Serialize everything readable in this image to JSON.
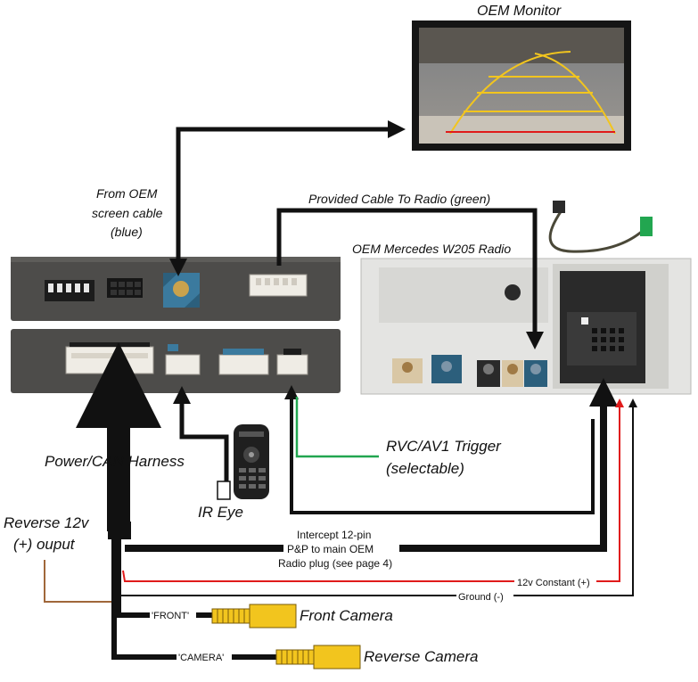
{
  "labels": {
    "oem_monitor": "OEM Monitor",
    "from_oem_line1": "From OEM",
    "from_oem_line2": "screen cable",
    "from_oem_line3": "(blue)",
    "provided_cable": "Provided Cable To Radio (green)",
    "oem_radio": "OEM Mercedes W205 Radio",
    "rvc_line1": "RVC/AV1 Trigger",
    "rvc_line2": "(selectable)",
    "power_can": "Power/CAN Harness",
    "ir_eye": "IR Eye",
    "reverse_line1": "Reverse 12v",
    "reverse_line2": "(+) ouput",
    "intercept_line1": "Intercept 12-pin",
    "intercept_line2": "P&P to main OEM",
    "intercept_line3": "Radio plug (see page 4)",
    "constant_12v": "12v Constant (+)",
    "ground": "Ground (-)",
    "front_tag": "'FRONT'",
    "front_camera": "Front Camera",
    "camera_tag": "'CAMERA'",
    "reverse_camera": "Reverse Camera"
  },
  "icons": {
    "monitor": "rear-camera-monitor-icon",
    "interface": "video-interface-module-icon",
    "radio": "head-unit-radio-icon",
    "remote": "ir-remote-icon",
    "camera": "rca-camera-connector-icon"
  },
  "colors": {
    "cable_main": "#111111",
    "cable_green": "#22a650",
    "cable_red": "#e01b1b",
    "cable_brown": "#a0673a",
    "module_dark": "#4d4c4a",
    "rca_yellow": "#f2c51e"
  }
}
